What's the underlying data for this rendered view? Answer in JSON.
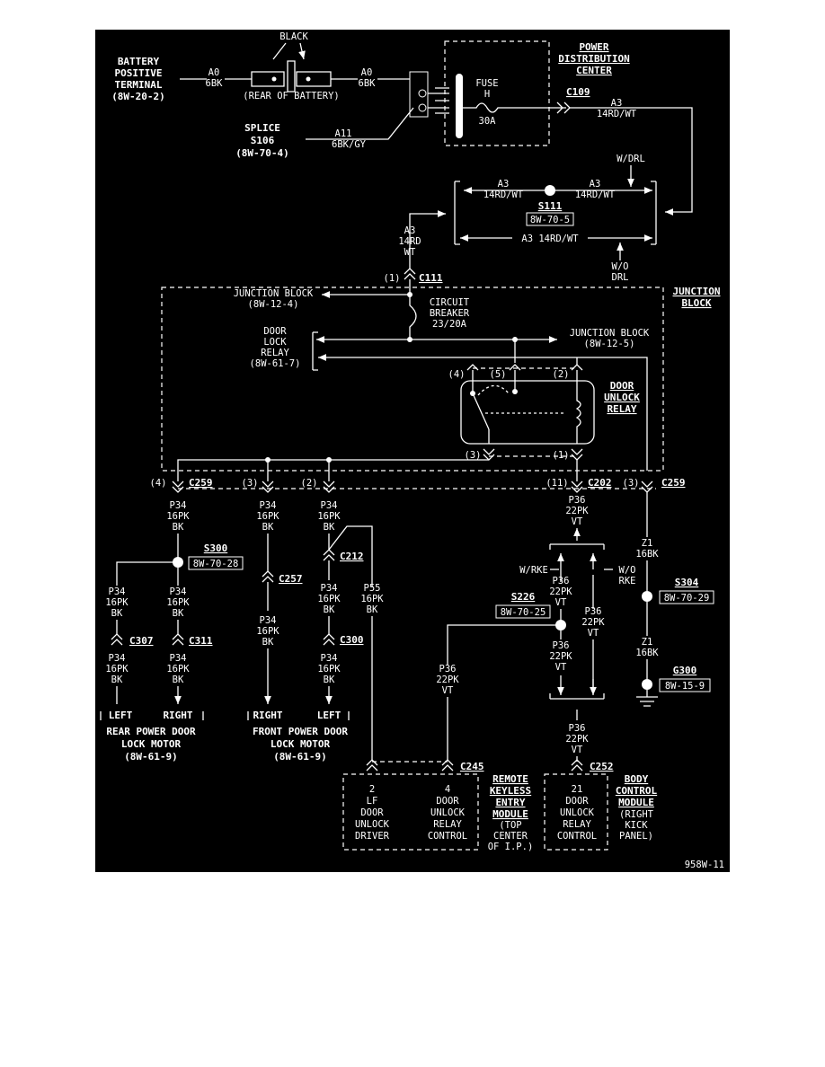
{
  "battery": {
    "l1": "BATTERY",
    "l2": "POSITIVE",
    "l3": "TERMINAL",
    "ref": "(8W-20-2)"
  },
  "black_label": "BLACK",
  "rear_of_battery": "(REAR OF BATTERY)",
  "wire_a0_left": {
    "id": "A0",
    "spec": "6BK"
  },
  "wire_a0_right": {
    "id": "A0",
    "spec": "6BK"
  },
  "splice_s106": {
    "l1": "SPLICE",
    "l2": "S106",
    "ref": "(8W-70-4)"
  },
  "wire_a11": {
    "id": "A11",
    "spec": "6BK/GY"
  },
  "pdc": {
    "l1": "POWER",
    "l2": "DISTRIBUTION",
    "l3": "CENTER"
  },
  "fuse": {
    "l1": "FUSE",
    "l2": "H",
    "amp": "30A"
  },
  "c109": "C109",
  "wire_a3_top": {
    "id": "A3",
    "spec": "14RD/WT"
  },
  "w_drl": "W/DRL",
  "s111": {
    "a3_left": "A3",
    "spec_left": "14RD/WT",
    "a3_right": "A3",
    "spec_right": "14RD/WT",
    "id": "S111",
    "ref": "8W-70-5",
    "bottom": "A3  14RD/WT"
  },
  "wo_drl": {
    "l1": "W/O",
    "l2": "DRL"
  },
  "wire_a3_down": {
    "id": "A3",
    "gauge": "14RD",
    "color": "WT"
  },
  "c111": {
    "pin": "(1)",
    "id": "C111"
  },
  "junction_block_title": {
    "l1": "JUNCTION",
    "l2": "BLOCK"
  },
  "jb_ref1": {
    "l1": "JUNCTION BLOCK",
    "l2": "(8W-12-4)"
  },
  "circuit_breaker": {
    "l1": "CIRCUIT",
    "l2": "BREAKER",
    "l3": "23/20A"
  },
  "jb_ref2": {
    "l1": "JUNCTION BLOCK",
    "l2": "(8W-12-5)"
  },
  "door_lock_relay": {
    "l1": "DOOR",
    "l2": "LOCK",
    "l3": "RELAY",
    "ref": "(8W-61-7)"
  },
  "door_unlock_relay": {
    "l1": "DOOR",
    "l2": "UNLOCK",
    "l3": "RELAY"
  },
  "relay_pins": {
    "p4": "(4)",
    "p5": "(5)",
    "p2": "(2)",
    "p3": "(3)",
    "p1": "(1)"
  },
  "c259_left": {
    "pin": "(4)",
    "id": "C259"
  },
  "c_pin3": "(3)",
  "c_pin2": "(2)",
  "c202": {
    "pin": "(11)",
    "id": "C202"
  },
  "c259_right": {
    "pin": "(3)",
    "id": "C259"
  },
  "wire_p34_a": {
    "id": "P34",
    "spec": "16PK",
    "color": "BK"
  },
  "wire_p34_b": {
    "id": "P34",
    "spec": "16PK",
    "color": "BK"
  },
  "wire_p34_c": {
    "id": "P34",
    "spec": "16PK",
    "color": "BK"
  },
  "wire_p36_a": {
    "id": "P36",
    "spec": "22PK",
    "color": "VT"
  },
  "s300": {
    "id": "S300",
    "ref": "8W-70-28"
  },
  "wire_p34_d": {
    "id": "P34",
    "spec": "16PK",
    "color": "BK"
  },
  "wire_p34_e": {
    "id": "P34",
    "spec": "16PK",
    "color": "BK"
  },
  "c307": "C307",
  "c311": "C311",
  "wire_p34_f": {
    "id": "P34",
    "spec": "16PK",
    "color": "BK"
  },
  "wire_p34_g": {
    "id": "P34",
    "spec": "16PK",
    "color": "BK"
  },
  "c257": "C257",
  "wire_p34_h": {
    "id": "P34",
    "spec": "16PK",
    "color": "BK"
  },
  "c212": "C212",
  "wire_p34_i": {
    "id": "P34",
    "spec": "16PK",
    "color": "BK"
  },
  "wire_p55": {
    "id": "P55",
    "spec": "16PK",
    "color": "BK"
  },
  "c300": "C300",
  "wire_p34_j": {
    "id": "P34",
    "spec": "16PK",
    "color": "BK"
  },
  "rear_motor": {
    "left": "LEFT",
    "right": "RIGHT",
    "l1": "REAR POWER DOOR",
    "l2": "LOCK MOTOR",
    "ref": "(8W-61-9)"
  },
  "front_motor": {
    "right": "RIGHT",
    "left": "LEFT",
    "l1": "FRONT POWER DOOR",
    "l2": "LOCK MOTOR",
    "ref": "(8W-61-9)"
  },
  "w_rke": "W/RKE",
  "wo_rke": {
    "l1": "W/O",
    "l2": "RKE"
  },
  "s226": {
    "id": "S226",
    "ref": "8W-70-25"
  },
  "wire_p36_b": {
    "id": "P36",
    "spec": "22PK",
    "color": "VT"
  },
  "wire_p36_c": {
    "id": "P36",
    "spec": "22PK",
    "color": "VT"
  },
  "wire_p36_d": {
    "id": "P36",
    "spec": "22PK",
    "color": "VT"
  },
  "wire_p36_e": {
    "id": "P36",
    "spec": "22PK",
    "color": "VT"
  },
  "wire_p36_f": {
    "id": "P36",
    "spec": "22PK",
    "color": "VT"
  },
  "wire_z1_a": {
    "id": "Z1",
    "spec": "16BK"
  },
  "s304": {
    "id": "S304",
    "ref": "8W-70-29"
  },
  "wire_z1_b": {
    "id": "Z1",
    "spec": "16BK"
  },
  "g300": {
    "id": "G300",
    "ref": "8W-15-9"
  },
  "c245": "C245",
  "c252": "C252",
  "rke_module": {
    "pin2": "2",
    "pin2_l1": "LF",
    "pin2_l2": "DOOR",
    "pin2_l3": "UNLOCK",
    "pin2_l4": "DRIVER",
    "pin4": "4",
    "pin4_l1": "DOOR",
    "pin4_l2": "UNLOCK",
    "pin4_l3": "RELAY",
    "pin4_l4": "CONTROL",
    "name_l1": "REMOTE",
    "name_l2": "KEYLESS",
    "name_l3": "ENTRY",
    "name_l4": "MODULE",
    "loc_l1": "(TOP",
    "loc_l2": "CENTER",
    "loc_l3": "OF I.P.)"
  },
  "bcm": {
    "pin": "21",
    "l1": "DOOR",
    "l2": "UNLOCK",
    "l3": "RELAY",
    "l4": "CONTROL",
    "name_l1": "BODY",
    "name_l2": "CONTROL",
    "name_l3": "MODULE",
    "loc_l1": "(RIGHT",
    "loc_l2": "KICK",
    "loc_l3": "PANEL)"
  },
  "figure_id": "958W-11"
}
